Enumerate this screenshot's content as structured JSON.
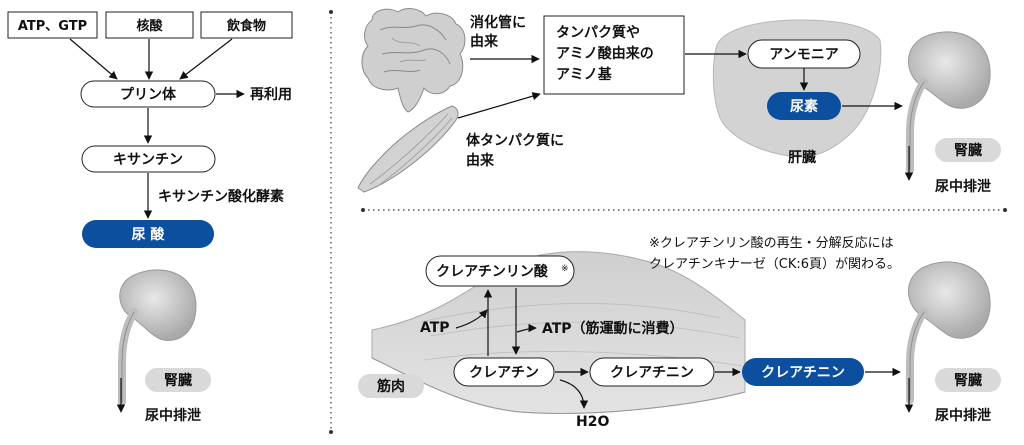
{
  "purine": {
    "sources": [
      "ATP、GTP",
      "核酸",
      "飲食物"
    ],
    "purine_body": "プリン体",
    "reuse": "再利用",
    "xanthine": "キサンチン",
    "enzyme": "キサンチン酸化酵素",
    "uric_acid": "尿 酸",
    "kidney": "腎臓",
    "excretion": "尿中排泄"
  },
  "urea": {
    "from_gut_1": "消化管に",
    "from_gut_2": "由来",
    "from_body_1": "体タンパク質に",
    "from_body_2": "由来",
    "amino_1": "タンパク質や",
    "amino_2": "アミノ酸由来の",
    "amino_3": "アミノ基",
    "ammonia": "アンモニア",
    "urea": "尿素",
    "liver": "肝臓",
    "kidney": "腎臓",
    "excretion": "尿中排泄"
  },
  "creatinine": {
    "note_1": "※クレアチンリン酸の再生・分解反応には",
    "note_2": "クレアチンキナーゼ（CK:6頁）が関わる。",
    "phosphocreatine": "クレアチンリン酸",
    "note_mark": "※",
    "atp_in": "ATP",
    "atp_out": "ATP（筋運動に消費）",
    "creatine": "クレアチン",
    "creatinine_mid": "クレアチニン",
    "creatinine_out": "クレアチニン",
    "muscle": "筋肉",
    "water": "H2O",
    "kidney": "腎臓",
    "excretion": "尿中排泄"
  },
  "colors": {
    "accent_blue": "#0b4f9e",
    "label_gray": "#d9d9d9",
    "organ_gray": "#c9c9c9"
  }
}
